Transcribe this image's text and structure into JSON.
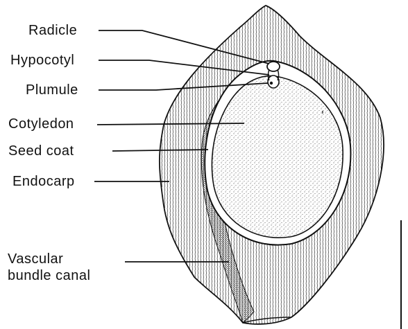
{
  "diagram": {
    "labels": {
      "radicle": "Radicle",
      "hypocotyl": "Hypocotyl",
      "plumule": "Plumule",
      "cotyledon": "Cotyledon",
      "seed_coat": "Seed coat",
      "endocarp": "Endocarp",
      "vascular_line1": "Vascular",
      "vascular_line2": "bundle canal"
    }
  }
}
